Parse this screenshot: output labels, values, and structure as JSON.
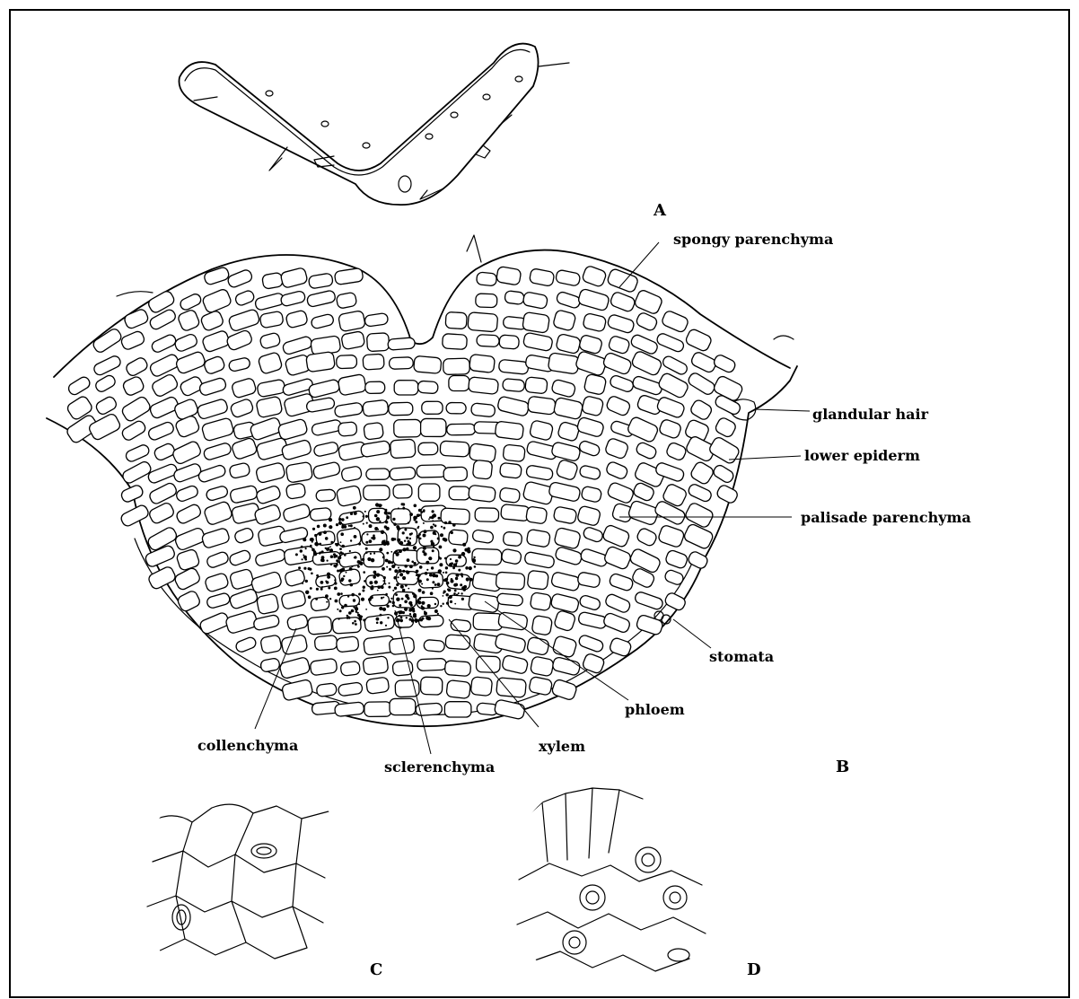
{
  "panels": {
    "a": "A",
    "b": "B",
    "c": "C",
    "d": "D"
  },
  "labels": {
    "spongy_parenchyma": "spongy parenchyma",
    "glandular_hair": "glandular hair",
    "lower_epiderm": "lower epiderm",
    "palisade_parenchyma": "palisade parenchyma",
    "stomata": "stomata",
    "phloem": "phloem",
    "xylem": "xylem",
    "collenchyma": "collenchyma",
    "sclerenchyma": "sclerenchyma"
  }
}
